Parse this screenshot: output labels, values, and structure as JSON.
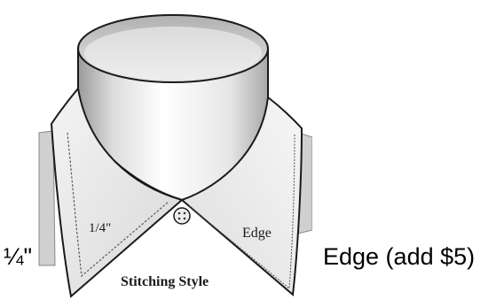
{
  "options": {
    "quarter_label": "¼\"",
    "edge_label": "Edge (add $5)"
  },
  "illustration": {
    "left_stitch_label": "1/4\"",
    "right_stitch_label": "Edge",
    "caption": "Stitching Style",
    "icon": "shirt-collar-icon"
  },
  "colors": {
    "outline": "#1a1a1a",
    "stitching": "#555555",
    "shade": "#cfcfcf"
  }
}
